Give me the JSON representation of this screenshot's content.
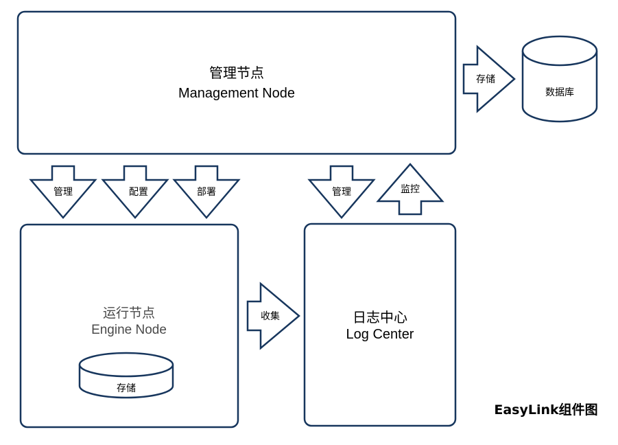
{
  "nodes": {
    "management": {
      "title_cn": "管理节点",
      "title_en": "Management Node"
    },
    "database": {
      "label": "数据库"
    },
    "engine": {
      "title_cn": "运行节点",
      "title_en": "Engine Node",
      "storage_label": "存储"
    },
    "log_center": {
      "title_cn": "日志中心",
      "title_en": "Log Center"
    }
  },
  "arrows": {
    "store": "存储",
    "manage_engine": "管理",
    "configure": "配置",
    "deploy": "部署",
    "manage_log": "管理",
    "monitor": "监控",
    "collect": "收集"
  },
  "caption": "EasyLink组件图",
  "colors": {
    "stroke": "#17365d",
    "fill": "#ffffff"
  }
}
